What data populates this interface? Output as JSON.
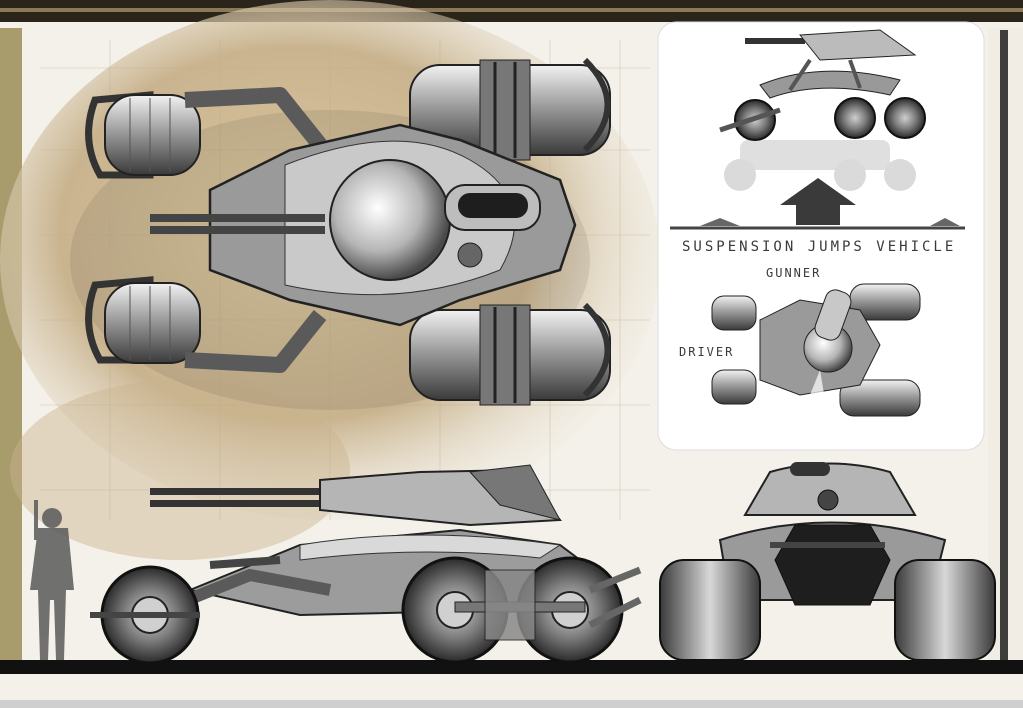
{
  "annotations": {
    "suspension": "SUSPENSION JUMPS VEHICLE",
    "gunner": "GUNNER",
    "driver": "DRIVER"
  },
  "colors": {
    "paper": "#f4f1ea",
    "sepia": "#c9b48f",
    "border_dark": "#1a1a1a",
    "olive_bar": "#a89b6c",
    "metal_light": "#e6e6e6",
    "metal_mid": "#9a9a9a",
    "metal_dark": "#2e2e2e",
    "panel": "#ffffff"
  }
}
